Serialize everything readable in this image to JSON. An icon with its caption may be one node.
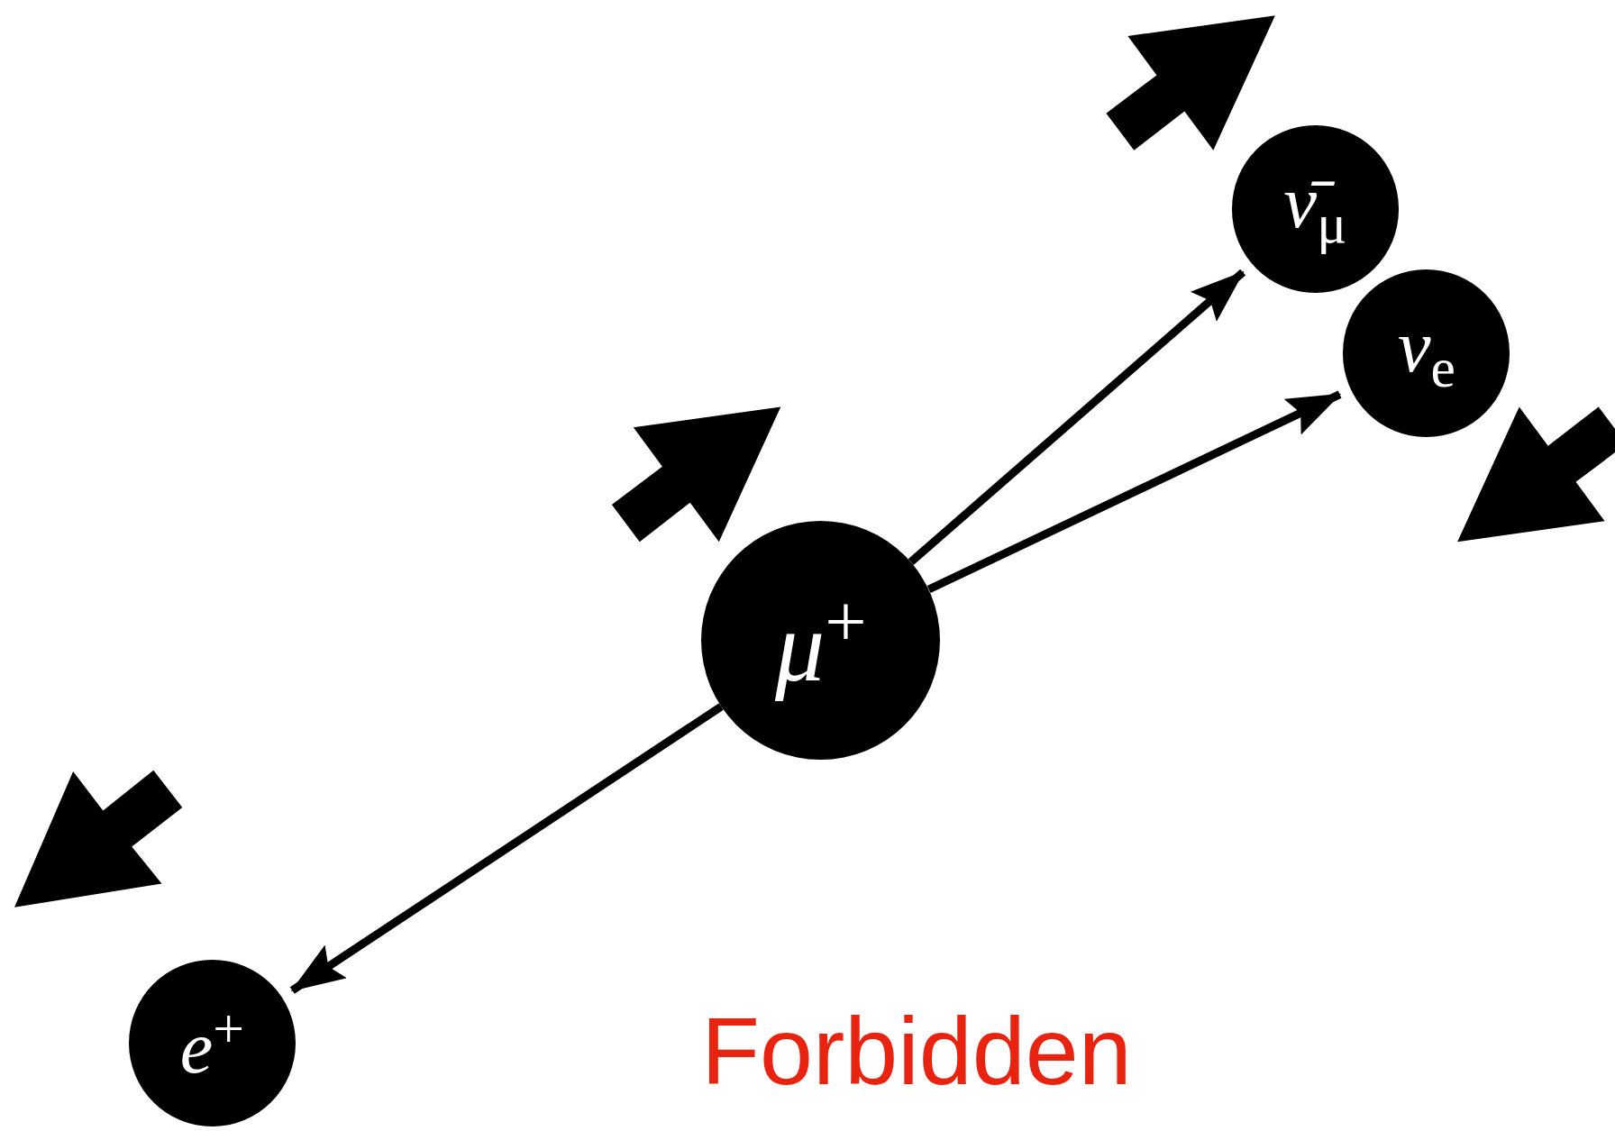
{
  "diagram": {
    "nodes": [
      {
        "text": [
          "μ$^{+}$"
        ]
      },
      {
        "text": [
          "ν̄$_{μ}$"
        ]
      },
      {
        "text": [
          "ν$_{e}$"
        ]
      },
      {
        "text": [
          "e$^{+}$"
        ]
      }
    ],
    "edges": [
      {
        "from": 0,
        "to": 1,
        "arrow": "to"
      },
      {
        "from": 0,
        "to": 2,
        "arrow": "to"
      },
      {
        "from": 0,
        "to": 3,
        "arrow": "to"
      }
    ],
    "labels": [
      "Forbidden"
    ]
  }
}
